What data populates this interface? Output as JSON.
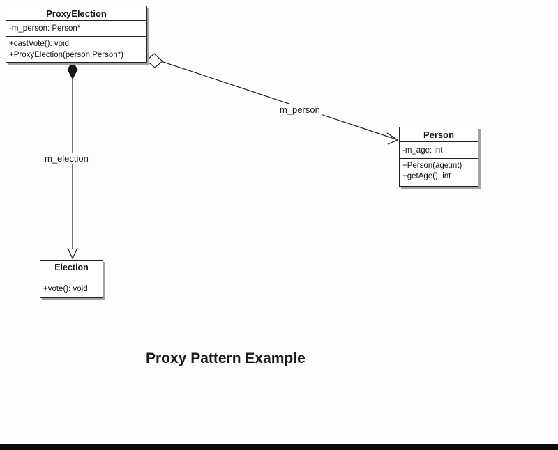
{
  "diagram": {
    "title": "Proxy Pattern Example",
    "classes": [
      {
        "name": "ProxyElection",
        "attributes": [
          "-m_person: Person*"
        ],
        "methods": [
          "+castVote(): void",
          "+ProxyElection(person:Person*)"
        ]
      },
      {
        "name": "Person",
        "attributes": [
          "-m_age: int"
        ],
        "methods": [
          "+Person(age:int)",
          "+getAge(): int"
        ]
      },
      {
        "name": "Election",
        "attributes": [],
        "methods": [
          "+vote(): void"
        ]
      }
    ],
    "associations": [
      {
        "label": "m_person",
        "from": "ProxyElection",
        "to": "Person",
        "source_adornment": "hollow-diamond",
        "target_adornment": "open-arrow"
      },
      {
        "label": "m_election",
        "from": "ProxyElection",
        "to": "Election",
        "source_adornment": "filled-diamond",
        "target_adornment": "open-arrow"
      }
    ],
    "colors": {
      "line": "#222222",
      "box_fill": "#ffffff",
      "box_border": "#1f1f1f",
      "shadow": "#a3a3a3",
      "background": "#fdfdfd",
      "bottom_bar": "#0a0a0a"
    }
  }
}
